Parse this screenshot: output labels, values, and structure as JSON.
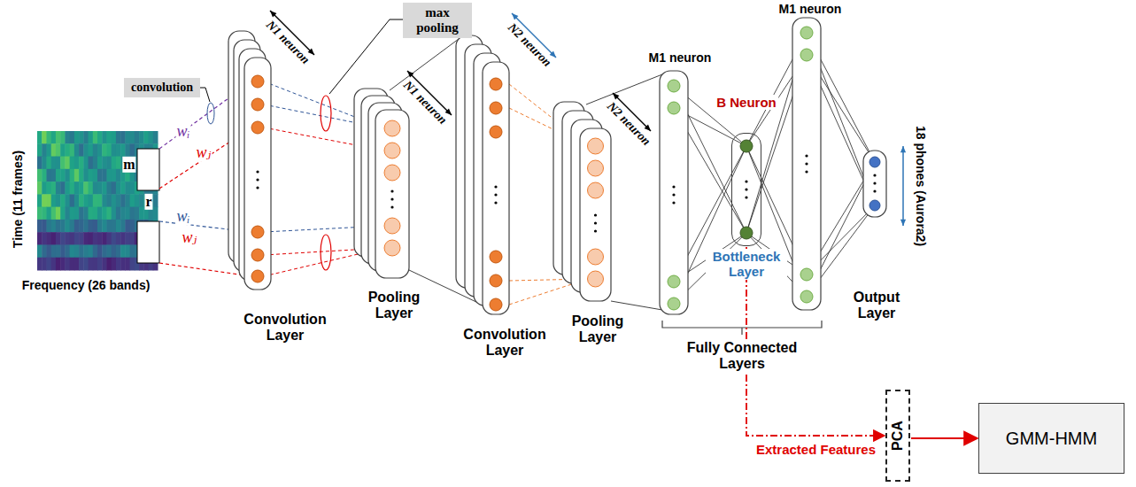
{
  "diagram": {
    "nodes": [
      {
        "text": [
          "convolution"
        ]
      },
      {
        "text": [
          "max pooling"
        ]
      },
      {
        "text": [
          "B Neuron",
          "Bottleneck Layer"
        ]
      },
      {
        "text": [
          "PCA"
        ]
      },
      {
        "text": [
          "GMM-HMM"
        ]
      }
    ],
    "edges": [
      {
        "from": 2,
        "to": 3,
        "label": "Extracted Features",
        "arrow": "to"
      },
      {
        "from": 3,
        "to": 4,
        "arrow": "to"
      }
    ],
    "labels": [
      "Time (11 frames)",
      "Frequency (26 bands)",
      "m",
      "r",
      "wᵢ",
      "wⱼ",
      "wᵢ",
      "wⱼ",
      "N1 neuron",
      "Convolution Layer",
      "N1 neuron",
      "Pooling Layer",
      "N2 neuron",
      "Convolution Layer",
      "N2 neuron",
      "Pooling Layer",
      "M1 neuron",
      "M1 neuron",
      "Fully Connected Layers",
      "Output Layer",
      "18 phones (Aurora2)"
    ]
  }
}
